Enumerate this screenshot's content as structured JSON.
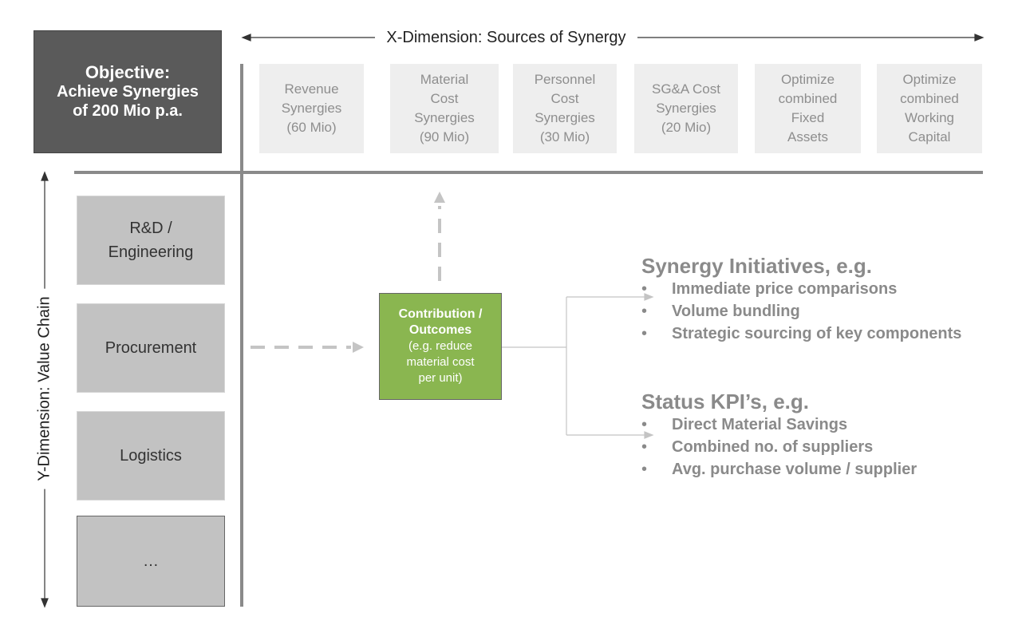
{
  "objective": {
    "line1": "Objective:",
    "line2": "Achieve Synergies",
    "line3": "of 200 Mio p.a."
  },
  "x_axis": {
    "label": "X-Dimension: Sources of Synergy"
  },
  "y_axis": {
    "label": "Y-Dimension: Value Chain"
  },
  "sources": [
    {
      "lines": [
        "Revenue",
        "Synergies",
        "(60 Mio)"
      ]
    },
    {
      "lines": [
        "Material",
        "Cost",
        "Synergies",
        "(90 Mio)"
      ]
    },
    {
      "lines": [
        "Personnel",
        "Cost",
        "Synergies",
        "(30 Mio)"
      ]
    },
    {
      "lines": [
        "SG&A Cost",
        "Synergies",
        "(20 Mio)"
      ]
    },
    {
      "lines": [
        "Optimize",
        "combined",
        "Fixed",
        "Assets"
      ]
    },
    {
      "lines": [
        "Optimize",
        "combined",
        "Working",
        "Capital"
      ]
    }
  ],
  "value_chain": [
    {
      "lines": [
        "R&D /",
        "Engineering"
      ]
    },
    {
      "lines": [
        "Procurement"
      ]
    },
    {
      "lines": [
        "Logistics"
      ]
    },
    {
      "lines": [
        "…"
      ]
    }
  ],
  "contribution": {
    "title1": "Contribution /",
    "title2": "Outcomes",
    "desc1": "(e.g. reduce",
    "desc2": "material cost",
    "desc3": "per unit)"
  },
  "initiatives": {
    "heading": "Synergy Initiatives, e.g.",
    "bullet": "•",
    "items": [
      "Immediate price comparisons",
      "Volume bundling",
      "Strategic sourcing of key components"
    ]
  },
  "kpis": {
    "heading": "Status KPI’s, e.g.",
    "bullet": "•",
    "items": [
      "Direct Material Savings",
      "Combined no. of suppliers",
      "Avg. purchase volume / supplier"
    ]
  },
  "colors": {
    "objective_bg": "#5a5a5a",
    "source_bg": "#eeeeee",
    "value_chain_bg": "#c2c2c2",
    "contribution_bg": "#8ab650",
    "text_gray": "#8a8a8a"
  }
}
